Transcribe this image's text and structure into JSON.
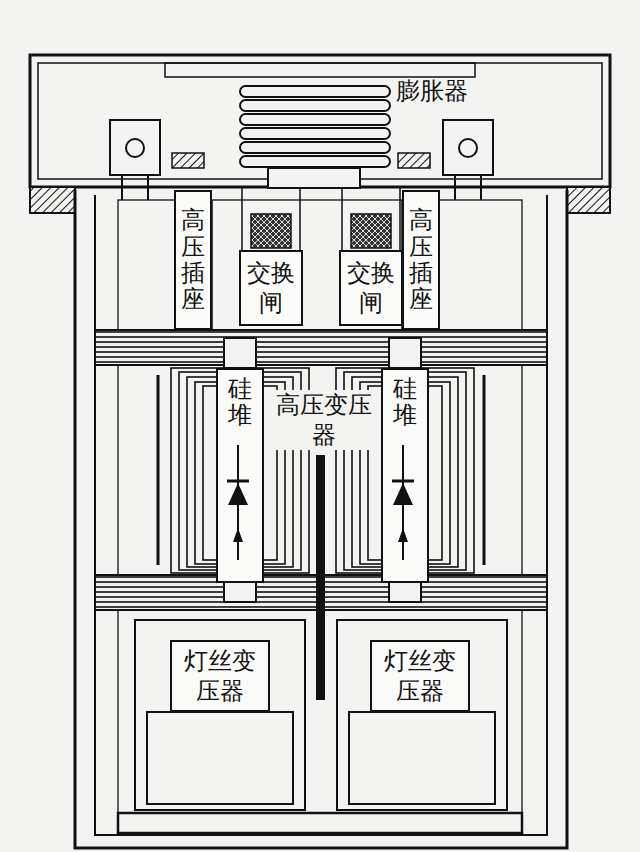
{
  "diagram": {
    "nodes": [
      {
        "text": [
          "高压插座"
        ]
      },
      {
        "text": [
          "交换闸"
        ]
      },
      {
        "text": [
          "交换闸"
        ]
      },
      {
        "text": [
          "高压插座"
        ]
      },
      {
        "text": [
          "硅堆"
        ]
      },
      {
        "text": [
          "硅堆"
        ]
      },
      {
        "text": [
          "灯丝变压器"
        ]
      },
      {
        "text": [
          "灯丝变压器"
        ]
      }
    ],
    "labels": [
      "膨胀器",
      "高压变压器"
    ]
  }
}
